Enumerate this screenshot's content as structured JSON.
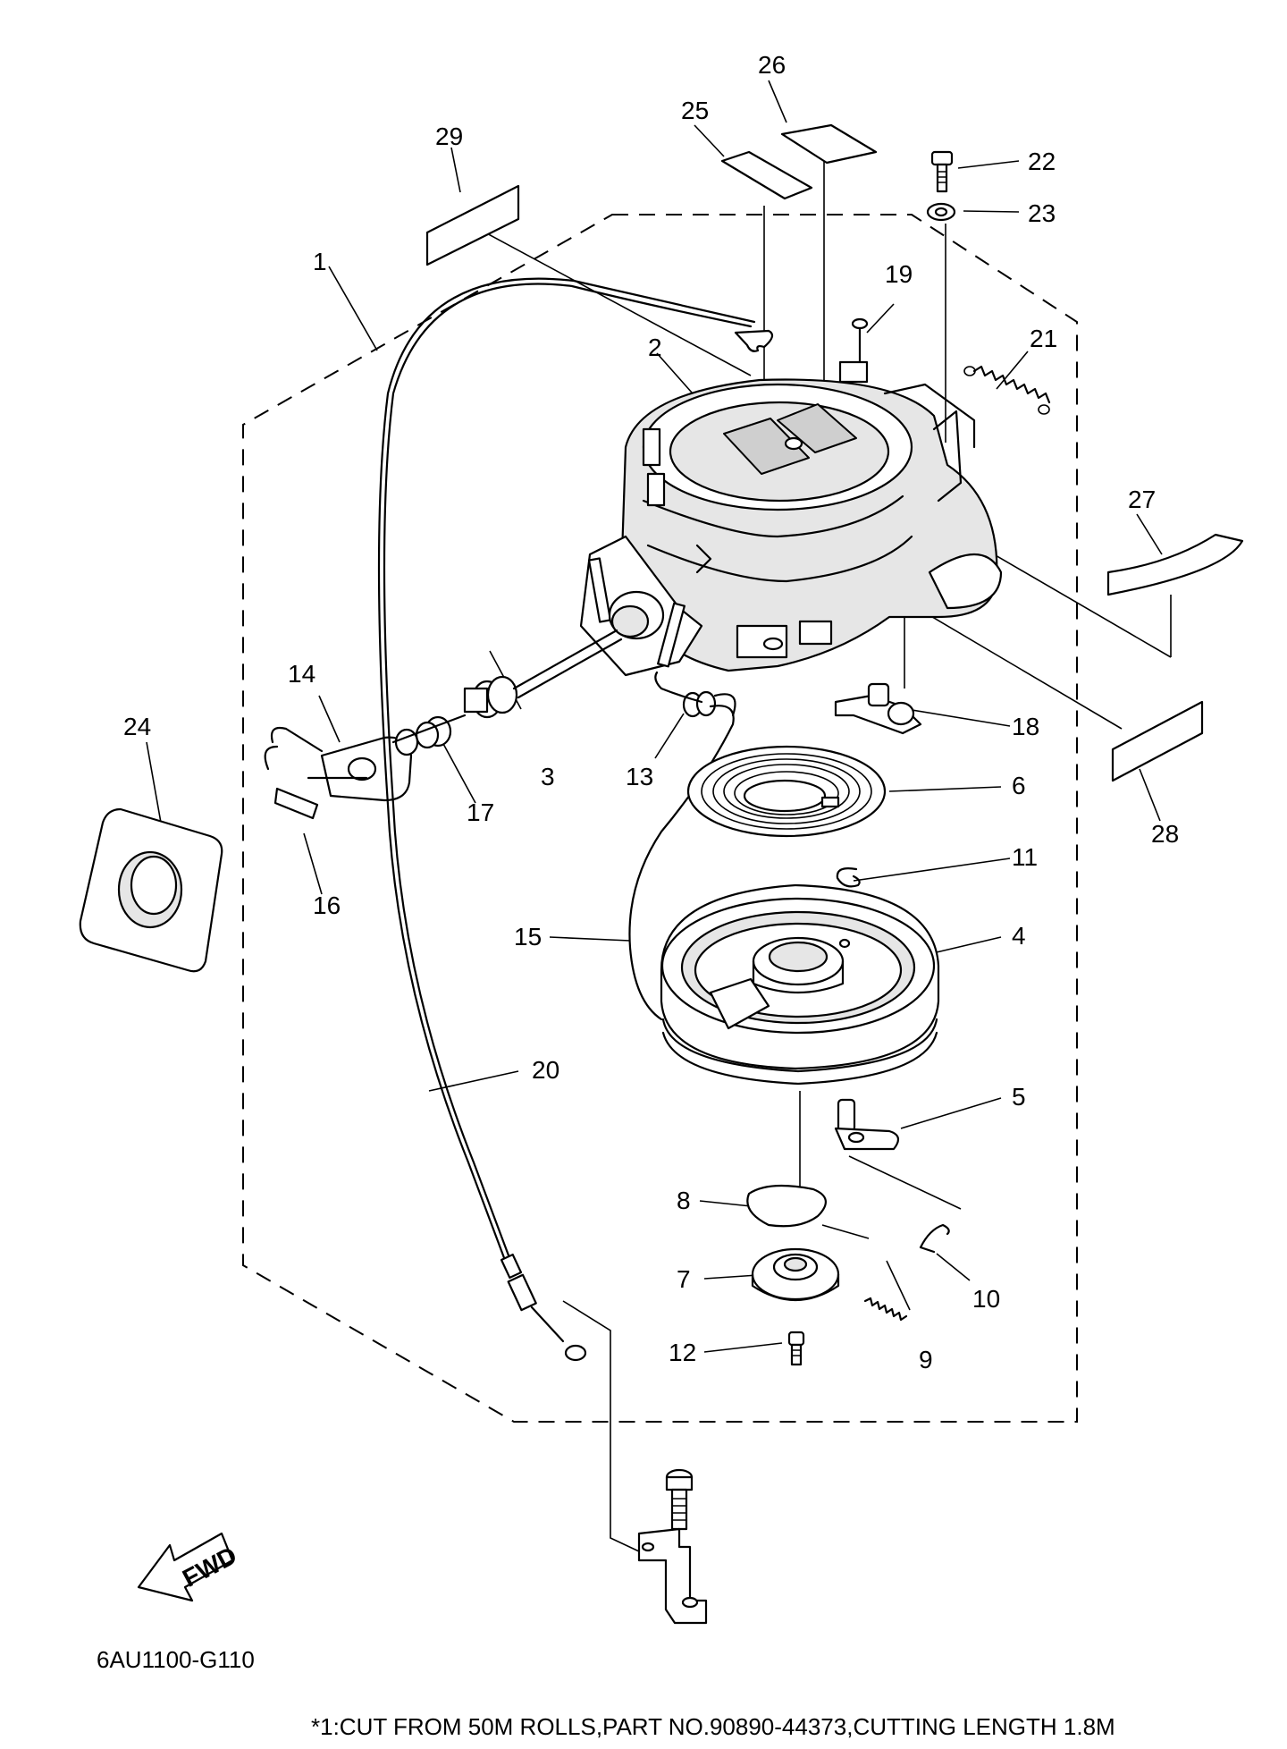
{
  "diagram": {
    "code": "6AU1100-G110",
    "footnote": "*1:CUT FROM 50M ROLLS,PART NO.90890-44373,CUTTING LENGTH 1.8M",
    "fwd_label": "FWD",
    "callouts": {
      "c1": "1",
      "c2": "2",
      "c3": "3",
      "c4": "4",
      "c5": "5",
      "c6": "6",
      "c7": "7",
      "c8": "8",
      "c9": "9",
      "c10": "10",
      "c11": "11",
      "c12": "12",
      "c13": "13",
      "c14": "14",
      "c15": "15",
      "c16": "16",
      "c17": "17",
      "c18": "18",
      "c19": "19",
      "c20": "20",
      "c21": "21",
      "c22": "22",
      "c23": "23",
      "c24": "24",
      "c25": "25",
      "c26": "26",
      "c27": "27",
      "c28": "28",
      "c29": "29"
    }
  }
}
